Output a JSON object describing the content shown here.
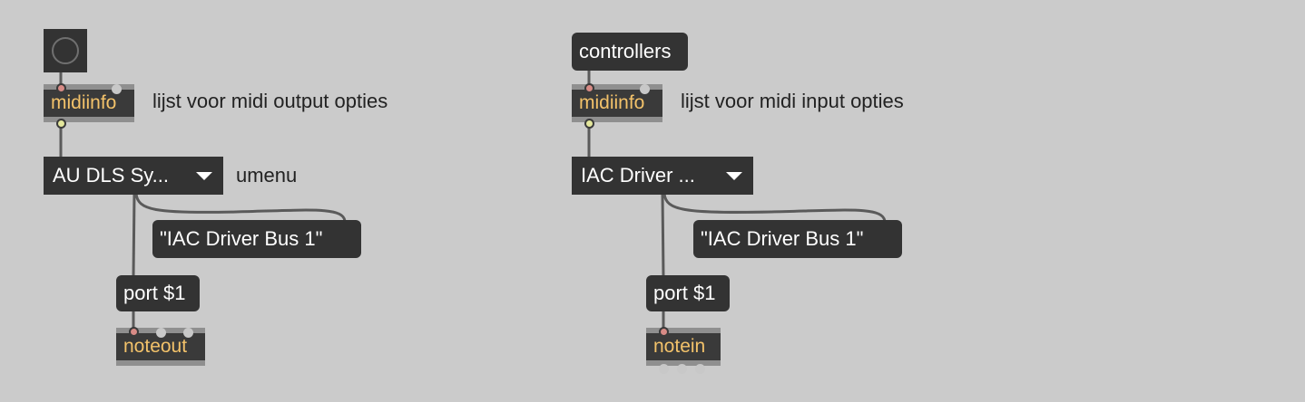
{
  "patch": {
    "left": {
      "midiinfo_label": "midiinfo",
      "midiinfo_comment": "lijst voor midi output opties",
      "umenu_value": "AU DLS Sy...",
      "umenu_comment": "umenu",
      "message_bus": "\"IAC Driver Bus 1\"",
      "message_port": "port $1",
      "noteout_label": "noteout"
    },
    "right": {
      "message_controllers": "controllers",
      "midiinfo_label": "midiinfo",
      "midiinfo_comment": "lijst voor midi input opties",
      "umenu_value": "IAC Driver ...",
      "message_bus": "\"IAC Driver Bus 1\"",
      "message_port": "port $1",
      "notein_label": "notein"
    }
  },
  "colors": {
    "background": "#cbcbcb",
    "object_box": "#3a3a3a",
    "message_box": "#333333",
    "object_label": "#f3c26a",
    "patch_cord": "#555555"
  },
  "icons": [
    "toggle-icon",
    "dropdown-arrow-icon"
  ]
}
